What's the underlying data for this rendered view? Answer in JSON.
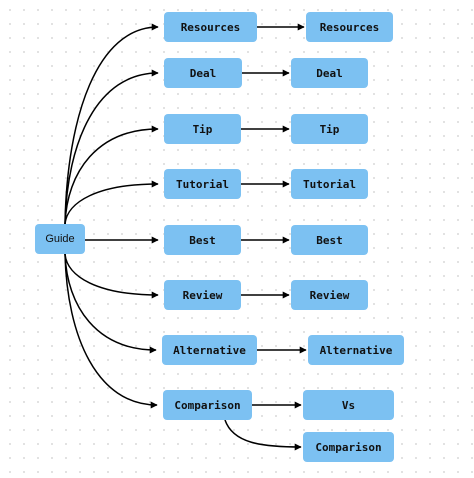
{
  "diagram": {
    "colors": {
      "node_fill": "#7cc1f2",
      "edge": "#000000",
      "background": "#ffffff",
      "grid_dot": "#d9d9d9"
    },
    "root": {
      "id": "guide",
      "label": "Guide"
    },
    "nodes": [
      {
        "id": "resources-1",
        "label": "Resources"
      },
      {
        "id": "resources-2",
        "label": "Resources"
      },
      {
        "id": "deal-1",
        "label": "Deal"
      },
      {
        "id": "deal-2",
        "label": "Deal"
      },
      {
        "id": "tip-1",
        "label": "Tip"
      },
      {
        "id": "tip-2",
        "label": "Tip"
      },
      {
        "id": "tutorial-1",
        "label": "Tutorial"
      },
      {
        "id": "tutorial-2",
        "label": "Tutorial"
      },
      {
        "id": "best-1",
        "label": "Best"
      },
      {
        "id": "best-2",
        "label": "Best"
      },
      {
        "id": "review-1",
        "label": "Review"
      },
      {
        "id": "review-2",
        "label": "Review"
      },
      {
        "id": "alternative-1",
        "label": "Alternative"
      },
      {
        "id": "alternative-2",
        "label": "Alternative"
      },
      {
        "id": "comparison-1",
        "label": "Comparison"
      },
      {
        "id": "vs-2",
        "label": "Vs"
      },
      {
        "id": "comparison-2",
        "label": "Comparison"
      }
    ],
    "edges": [
      {
        "from": "guide",
        "to": "resources-1"
      },
      {
        "from": "guide",
        "to": "deal-1"
      },
      {
        "from": "guide",
        "to": "tip-1"
      },
      {
        "from": "guide",
        "to": "tutorial-1"
      },
      {
        "from": "guide",
        "to": "best-1"
      },
      {
        "from": "guide",
        "to": "review-1"
      },
      {
        "from": "guide",
        "to": "alternative-1"
      },
      {
        "from": "guide",
        "to": "comparison-1"
      },
      {
        "from": "resources-1",
        "to": "resources-2"
      },
      {
        "from": "deal-1",
        "to": "deal-2"
      },
      {
        "from": "tip-1",
        "to": "tip-2"
      },
      {
        "from": "tutorial-1",
        "to": "tutorial-2"
      },
      {
        "from": "best-1",
        "to": "best-2"
      },
      {
        "from": "review-1",
        "to": "review-2"
      },
      {
        "from": "alternative-1",
        "to": "alternative-2"
      },
      {
        "from": "comparison-1",
        "to": "vs-2"
      },
      {
        "from": "comparison-1",
        "to": "comparison-2"
      }
    ]
  }
}
